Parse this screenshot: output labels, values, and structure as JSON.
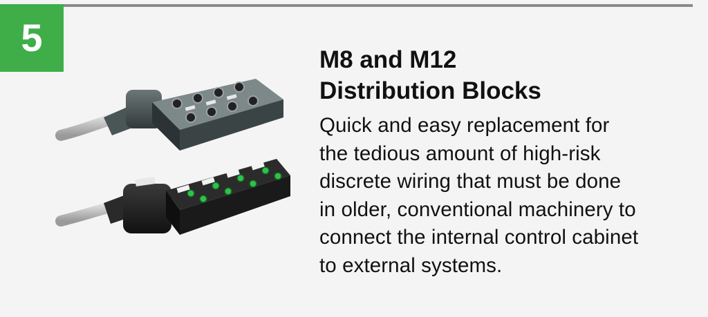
{
  "badge": {
    "number": "5"
  },
  "title_lines": [
    "M8 and M12",
    "Distribution Blocks"
  ],
  "description_lines": [
    "Quick and easy replacement for",
    "the tedious amount of high-risk",
    "discrete wiring that must be done",
    "in older, conventional machinery to",
    "connect the internal control cabinet",
    "to external systems."
  ],
  "colors": {
    "accent": "#3fae49",
    "rule": "#8a8a8a",
    "text": "#111111",
    "background": "#f4f4f4"
  }
}
